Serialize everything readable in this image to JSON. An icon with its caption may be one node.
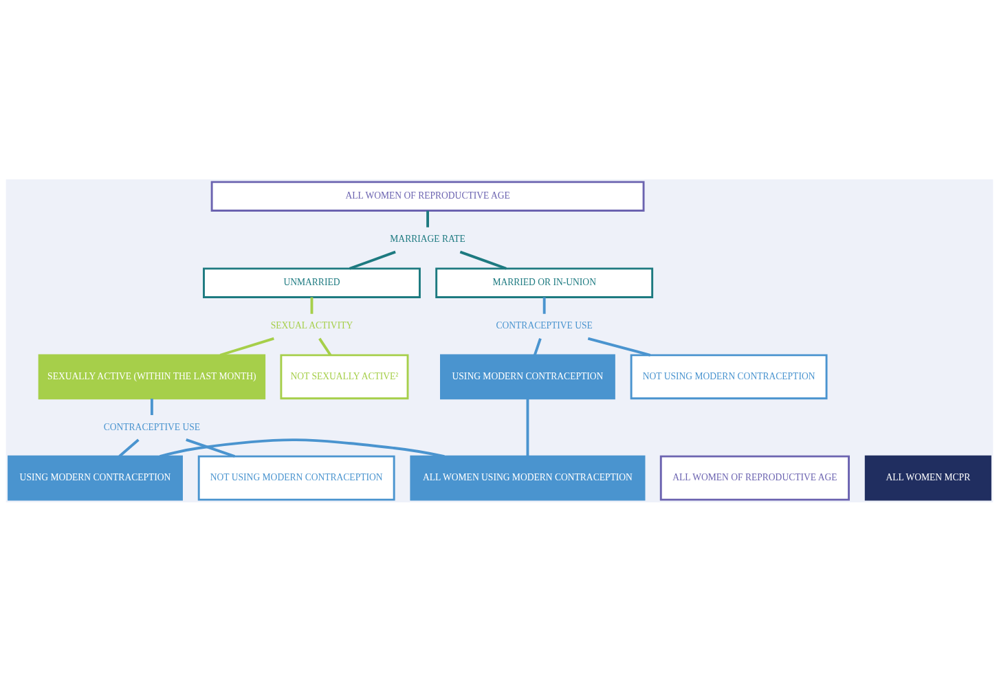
{
  "diagram": {
    "nodes": [
      {
        "text": [
          "ALL WOMEN OF REPRODUCTIVE AGE"
        ]
      },
      {
        "text": [
          "MARRIAGE RATE"
        ]
      },
      {
        "text": [
          "UNMARRIED"
        ]
      },
      {
        "text": [
          "MARRIED OR IN-UNION"
        ]
      },
      {
        "text": [
          "SEXUAL ACTIVITY"
        ]
      },
      {
        "text": [
          "CONTRACEPTIVE USE"
        ]
      },
      {
        "text": [
          "SEXUALLY ACTIVE (WITHIN THE LAST MONTH)"
        ]
      },
      {
        "text": [
          "NOT SEXUALLY ACTIVE²"
        ]
      },
      {
        "text": [
          "USING MODERN CONTRACEPTION"
        ]
      },
      {
        "text": [
          "NOT USING MODERN CONTRACEPTION"
        ]
      },
      {
        "text": [
          "CONTRACEPTIVE USE"
        ]
      },
      {
        "text": [
          "USING MODERN CONTRACEPTION"
        ]
      },
      {
        "text": [
          "NOT USING MODERN CONTRACEPTION"
        ]
      },
      {
        "text": [
          "ALL WOMEN USING MODERN CONTRACEPTION"
        ]
      },
      {
        "text": [
          "ALL WOMEN OF REPRODUCTIVE AGE"
        ]
      },
      {
        "text": [
          "ALL WOMEN MCPR"
        ]
      }
    ],
    "edges": [
      {
        "from": 0,
        "to": 1,
        "arrow": "none",
        "color": "#1d7a80"
      },
      {
        "from": 1,
        "to": 2,
        "arrow": "none",
        "color": "#1d7a80"
      },
      {
        "from": 1,
        "to": 3,
        "arrow": "none",
        "color": "#1d7a80"
      },
      {
        "from": 2,
        "to": 4,
        "arrow": "none",
        "color": "#a6cf4a"
      },
      {
        "from": 4,
        "to": 6,
        "arrow": "none",
        "color": "#a6cf4a"
      },
      {
        "from": 4,
        "to": 7,
        "arrow": "none",
        "color": "#a6cf4a"
      },
      {
        "from": 3,
        "to": 5,
        "arrow": "none"
      },
      {
        "from": 5,
        "to": 8,
        "arrow": "none"
      },
      {
        "from": 5,
        "to": 9,
        "arrow": "none"
      },
      {
        "from": 6,
        "to": 10,
        "arrow": "none"
      },
      {
        "from": 10,
        "to": 11,
        "arrow": "none"
      },
      {
        "from": 10,
        "to": 12,
        "arrow": "none"
      },
      {
        "from": 11,
        "to": 13,
        "arrow": "none"
      },
      {
        "from": 8,
        "to": 13,
        "arrow": "none"
      }
    ]
  }
}
